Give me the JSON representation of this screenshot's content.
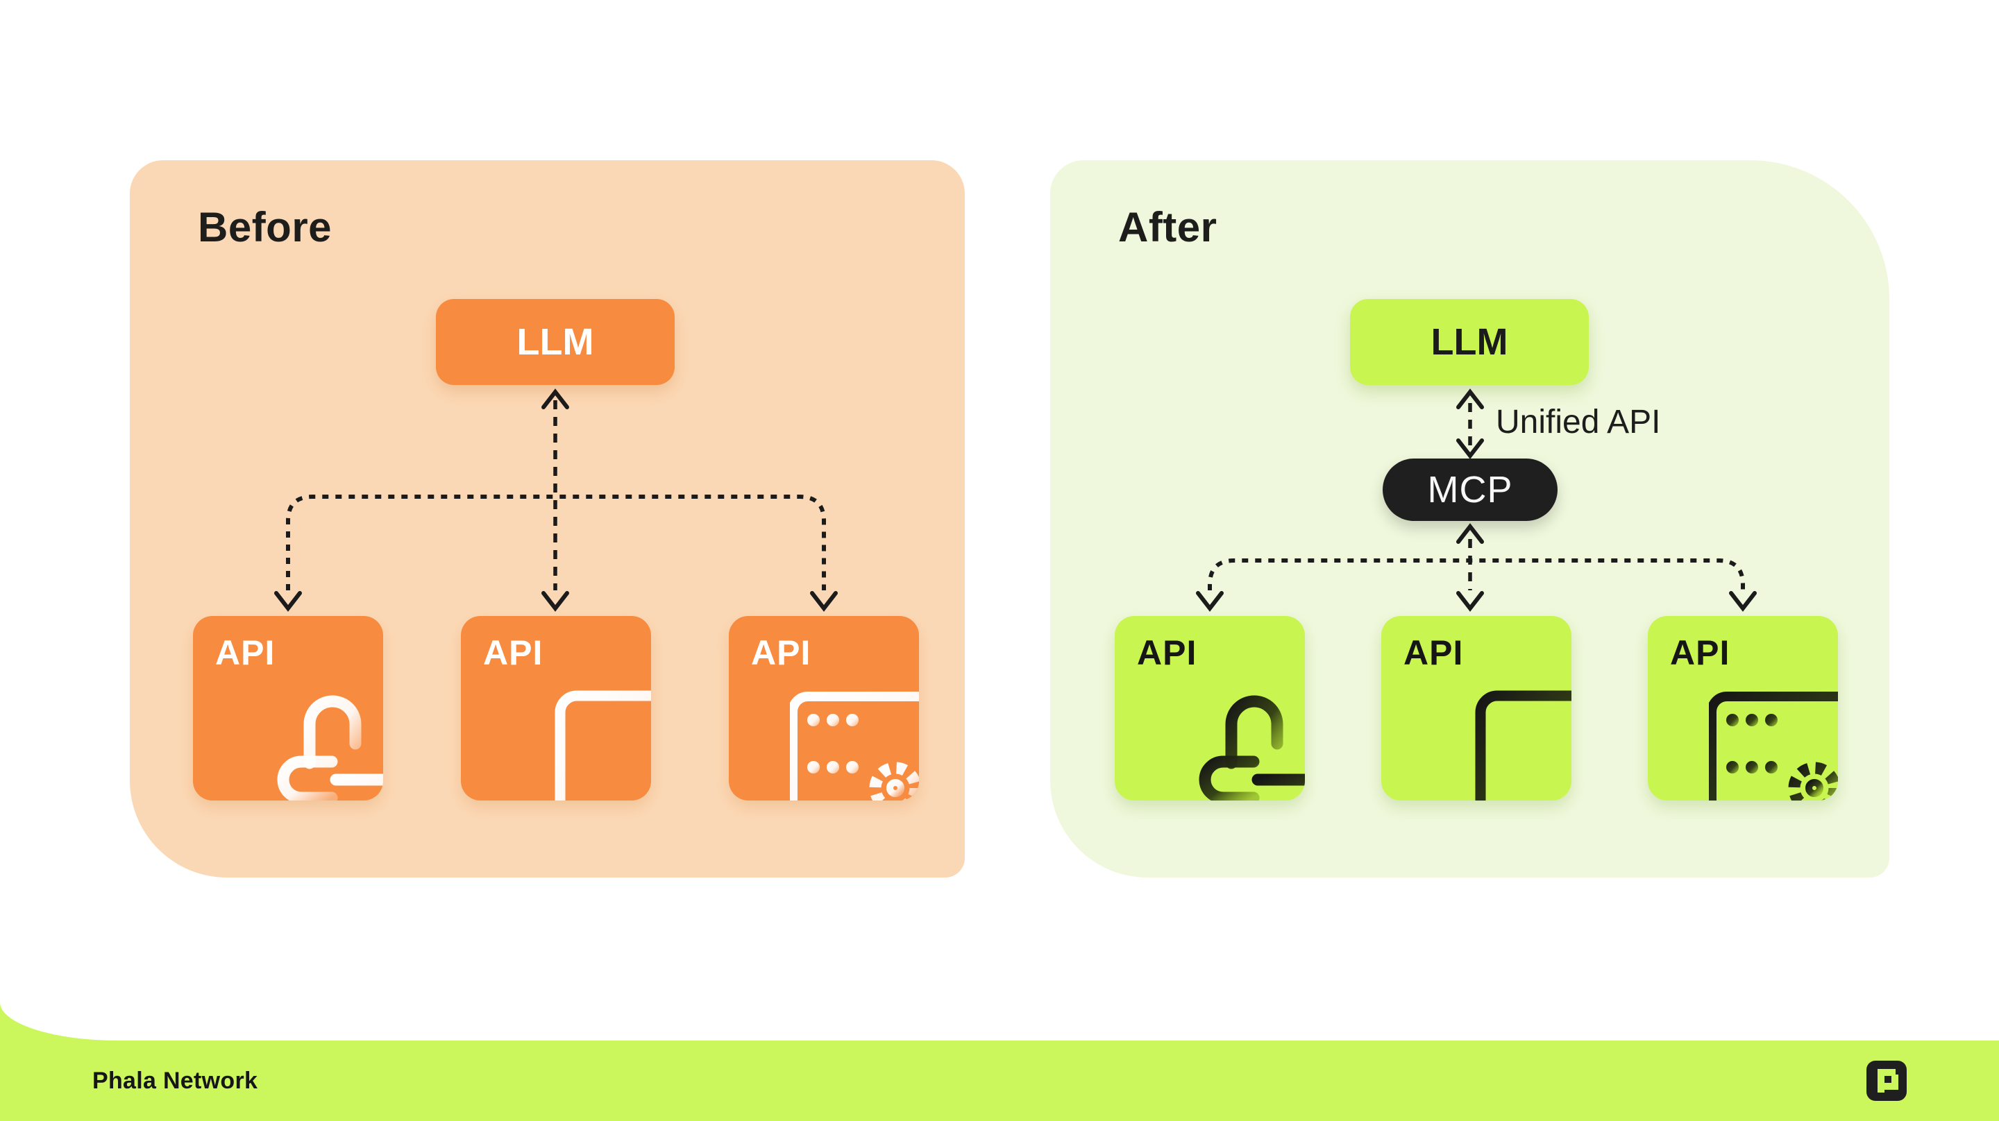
{
  "panels": {
    "before": {
      "title": "Before",
      "llm_label": "LLM",
      "api_boxes": [
        {
          "label": "API",
          "icon": "link-icon"
        },
        {
          "label": "API",
          "icon": "document-icon"
        },
        {
          "label": "API",
          "icon": "server-icon"
        }
      ]
    },
    "after": {
      "title": "After",
      "llm_label": "LLM",
      "unified_api_label": "Unified API",
      "mcp_label": "MCP",
      "api_boxes": [
        {
          "label": "API",
          "icon": "link-icon"
        },
        {
          "label": "API",
          "icon": "document-icon"
        },
        {
          "label": "API",
          "icon": "server-icon"
        }
      ]
    }
  },
  "footer": {
    "brand": "Phala Network",
    "logo_icon": "phala-logo"
  },
  "colors": {
    "before_panel_bg": "#FBD8B5",
    "before_accent": "#F78C41",
    "after_panel_bg": "#EFF8DC",
    "after_accent": "#C9F551",
    "mcp_pill_bg": "#1F1F1F",
    "footer_bg": "#CBF65C",
    "text_dark": "#1D1D1B",
    "connector": "#1B1B1B"
  }
}
